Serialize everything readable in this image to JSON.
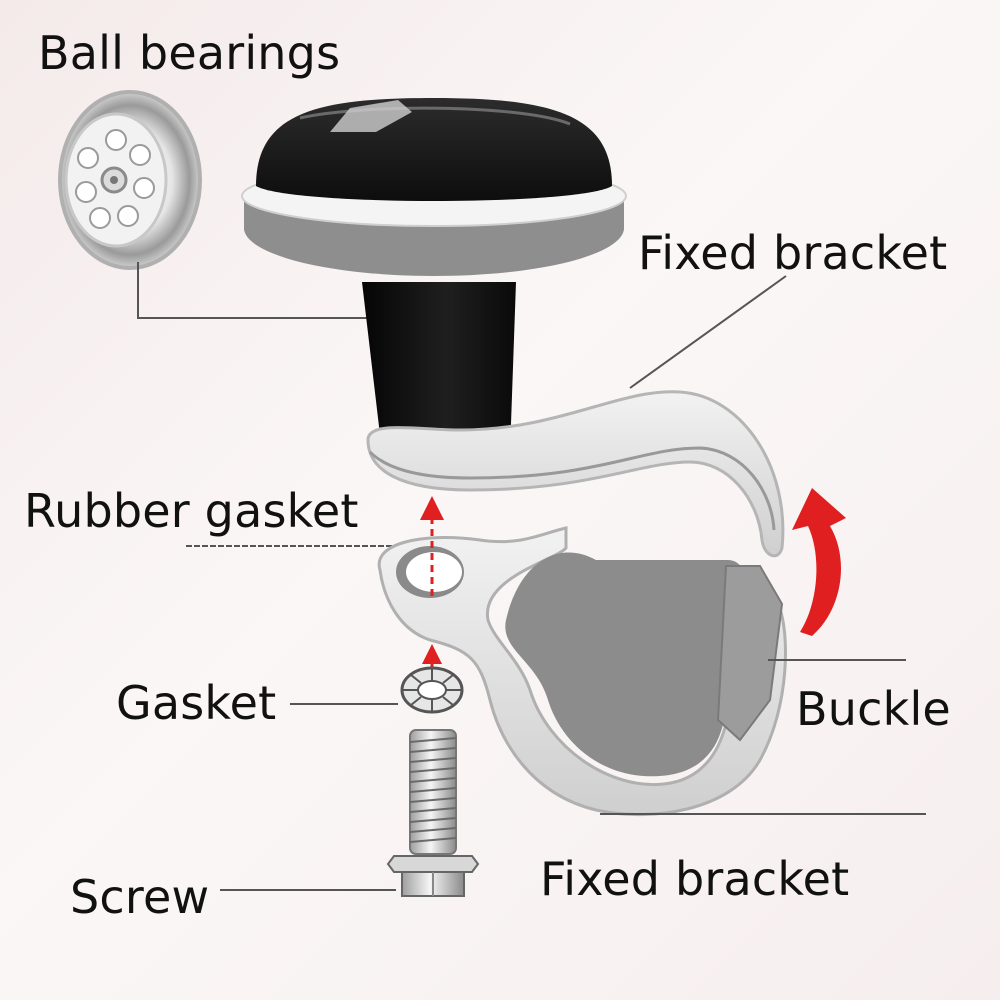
{
  "labels": {
    "ball_bearings": "Ball bearings",
    "fixed_bracket_top": "Fixed bracket",
    "rubber_gasket": "Rubber gasket",
    "gasket": "Gasket",
    "buckle": "Buckle",
    "screw": "Screw",
    "fixed_bracket_bottom": "Fixed bracket"
  },
  "colors": {
    "knob_black": "#141414",
    "bracket_gray": "#8c8c8c",
    "bracket_light": "#dcdcdc",
    "arrow_red": "#e02020",
    "leader_line": "#444444"
  }
}
